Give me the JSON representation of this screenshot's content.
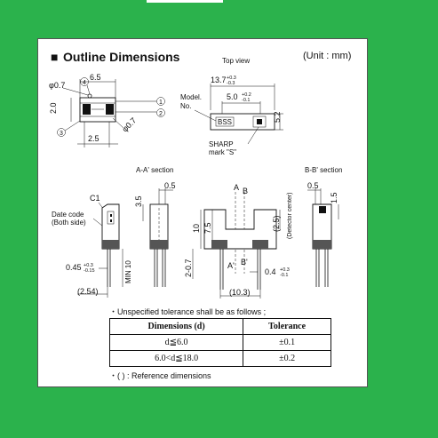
{
  "heading": {
    "marker": "■",
    "title": "Outline Dimensions",
    "unit": "(Unit : mm)"
  },
  "views": {
    "top_view": "Top view",
    "section_aa": "A-A' section",
    "section_bb": "B-B' section",
    "model_no": [
      "Model.",
      "No."
    ],
    "model_code": "BSS",
    "sharp_mark": [
      "SHARP",
      "mark \"S\""
    ],
    "date_code": [
      "Date code",
      "(Both side)"
    ],
    "detector_center": "(Detector center)",
    "c1": "C1",
    "a": "A",
    "b": "B",
    "a_prime": "A'",
    "b_prime": "B'"
  },
  "pins": [
    "1",
    "2",
    "3",
    "4"
  ],
  "dimensions": {
    "phi07_a": "φ0.7",
    "d65": "6.5",
    "d20": "2.0",
    "d25": "2.5",
    "phi07_b": "φ0.7",
    "d137": "13.7",
    "d137_tol": [
      "+0.3",
      "-0.3"
    ],
    "d50": "5.0",
    "d50_tol": [
      "+0.2",
      "-0.1"
    ],
    "d52": "5.2",
    "d35": "3.5",
    "d05a": "0.5",
    "d05b": "0.5",
    "d15": "1.5",
    "d10": "10",
    "d75": "7.5",
    "d25b": "(2.5)",
    "d045": "0.45",
    "d045_tol": [
      "+0.3",
      "-0.15"
    ],
    "min10": "MIN 10",
    "d254": "(2.54)",
    "d207": "2-0.7",
    "d04": "0.4",
    "d04_tol": [
      "+0.3",
      "-0.1"
    ],
    "d103": "(10.3)"
  },
  "tolerance": {
    "note": "・Unspecified tolerance shall be as follows ;",
    "headers": [
      "Dimensions (d)",
      "Tolerance"
    ],
    "rows": [
      [
        "d≦6.0",
        "±0.1"
      ],
      [
        "6.0<d≦18.0",
        "±0.2"
      ]
    ],
    "reference": "・( ) : Reference dimensions"
  }
}
